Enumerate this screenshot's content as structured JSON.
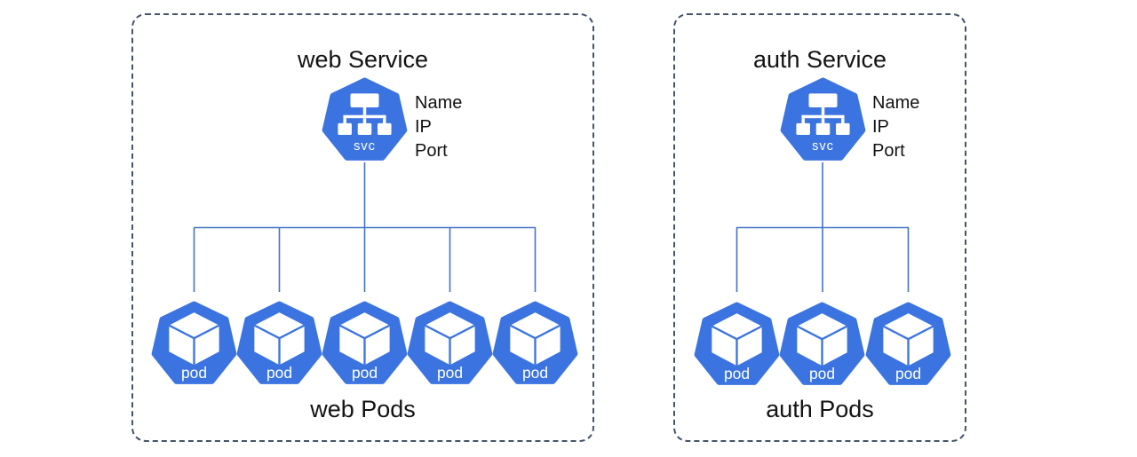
{
  "colors": {
    "icon_blue": "#3B74E0",
    "connector_blue": "#4472C4",
    "border_slate": "#44546A",
    "text_black": "#131313",
    "bg_white": "#FFFFFF"
  },
  "panels": {
    "web": {
      "title": "web Service",
      "service": {
        "icon_label": "svc",
        "attributes": [
          "Name",
          "IP",
          "Port"
        ]
      },
      "pods": {
        "count": 5,
        "icon_label": "pod",
        "caption": "web Pods"
      }
    },
    "auth": {
      "title": "auth Service",
      "service": {
        "icon_label": "svc",
        "attributes": [
          "Name",
          "IP",
          "Port"
        ]
      },
      "pods": {
        "count": 3,
        "icon_label": "pod",
        "caption": "auth Pods"
      }
    }
  }
}
